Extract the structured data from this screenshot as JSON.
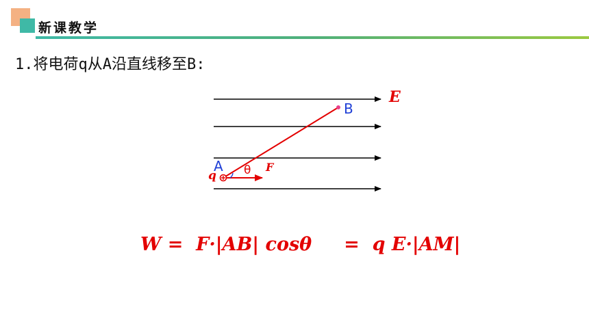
{
  "header": {
    "title": "新课教学"
  },
  "problem": {
    "statement": "1.将电荷q从A沿直线移至B:"
  },
  "diagram": {
    "field_label": "E",
    "point_a": "A",
    "point_b": "B",
    "charge_label": "q",
    "angle_label": "θ",
    "force_label": "F"
  },
  "formula": {
    "text": "W =  F·|AB| cosθ     =  q E·|AM|"
  },
  "colors": {
    "accent_red": "#e30000",
    "blue": "#1f3fd6",
    "teal": "#3fb9a6",
    "orange": "#f4b183"
  }
}
